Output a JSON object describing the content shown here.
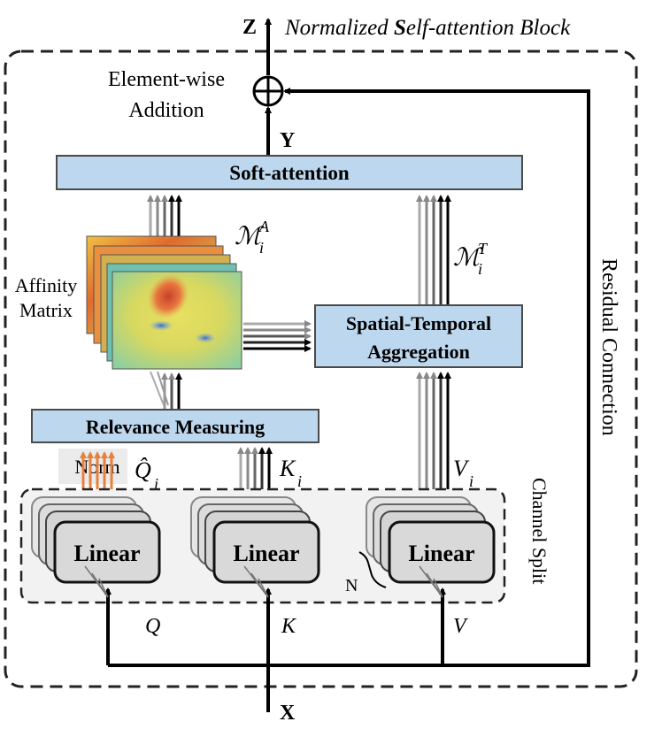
{
  "title": {
    "prefix": "Normalized ",
    "bold_letter": "S",
    "suffix": "elf-attention Block"
  },
  "labels": {
    "output_z": "Z",
    "input_x": "X",
    "y_label": "Y",
    "element_wise_line1": "Element-wise",
    "element_wise_line2": "Addition",
    "residual_connection": "Residual Connection",
    "channel_split": "Channel Split",
    "affinity_line1": "Affinity",
    "affinity_line2": "Matrix",
    "norm": "Norm",
    "n_label": "N",
    "q_label": "Q",
    "k_label": "K",
    "v_label": "V",
    "q_hat": "Q̂",
    "k_i": "K",
    "v_i": "V",
    "sub_i": "i",
    "m_script": "ℳ",
    "sup_a": "A",
    "sup_t": "T"
  },
  "blocks": {
    "soft_attention": "Soft-attention",
    "spatial_temporal_line1": "Spatial-Temporal",
    "spatial_temporal_line2": "Aggregation",
    "relevance_measuring": "Relevance Measuring",
    "linear": "Linear"
  },
  "colors": {
    "block_fill": "#bcd7ee",
    "block_stroke": "#4a4a4a",
    "linear_fill": "#d9d9d9",
    "norm_arrow": "#e8803c",
    "dashed": "#222222"
  }
}
